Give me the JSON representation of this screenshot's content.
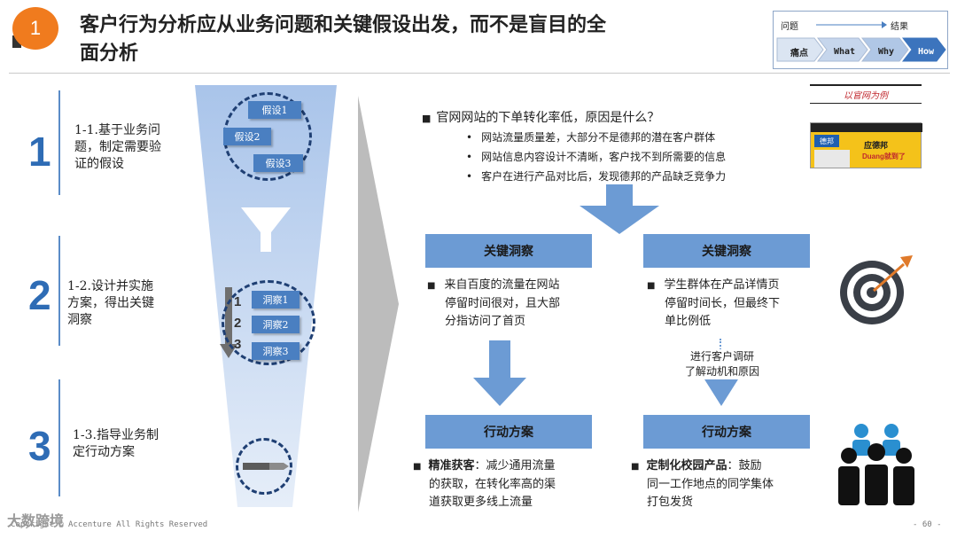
{
  "header": {
    "badge": "1",
    "title_line1": "客户行为分析应从业务问题和关键假设出发，而不是盲目的全",
    "title_line2": "面分析"
  },
  "nav": {
    "left_label": "问题",
    "right_label": "结果",
    "steps": [
      "痛点",
      "What",
      "Why",
      "How"
    ],
    "active": "How"
  },
  "example_label": "以官网为例",
  "left_steps": [
    {
      "num": "1",
      "text": [
        "1-1.基于业务问",
        "题，制定需要验",
        "证的假设"
      ]
    },
    {
      "num": "2",
      "text": [
        "1-2.设计并实施",
        "方案，得出关键",
        "洞察"
      ]
    },
    {
      "num": "3",
      "text": [
        "1-3.指导业务制",
        "定行动方案"
      ]
    }
  ],
  "hypotheses": [
    "假设1",
    "假设2",
    "假设3"
  ],
  "insights": [
    "洞察1",
    "洞察2",
    "洞察3"
  ],
  "order_numbers": [
    "1",
    "2",
    "3"
  ],
  "question": "官网网站的下单转化率低，原因是什么？",
  "reasons": [
    "网站流量质量差，大部分不是德邦的潜在客户群体",
    "网站信息内容设计不清晰，客户找不到所需要的信息",
    "客户在进行产品对比后，发现德邦的产品缺乏竞争力"
  ],
  "site_thumb": {
    "logo": "德邦",
    "slogan": "应德邦",
    "sub": "Duang就到了"
  },
  "insight_left": {
    "header": "关键洞察",
    "lines": [
      "来自百度的流量在网站",
      "停留时间很对，且大部",
      "分指访问了首页"
    ]
  },
  "insight_right": {
    "header": "关键洞察",
    "lines": [
      "学生群体在产品详情页",
      "停留时间长，但最终下",
      "单比例低"
    ]
  },
  "research_note": [
    "进行客户调研",
    "了解动机和原因"
  ],
  "action_left": {
    "header": "行动方案",
    "bold": "精准获客",
    "lines": [
      "：减少通用流量",
      "的获取，在转化率高的渠",
      "道获取更多线上流量"
    ]
  },
  "action_right": {
    "header": "行动方案",
    "bold": "定制化校园产品",
    "lines": [
      "：鼓励",
      "同一工作地点的同学集体",
      "打包发货"
    ]
  },
  "footer": "Copyright © Accenture All Rights Reserved",
  "page_number": "- 60 -",
  "watermark": "大数跨境",
  "colors": {
    "accent_orange": "#f07b1e",
    "accent_blue": "#2e6cb5",
    "header_blue": "#6c9bd4",
    "dark_navy": "#1f3f73"
  }
}
